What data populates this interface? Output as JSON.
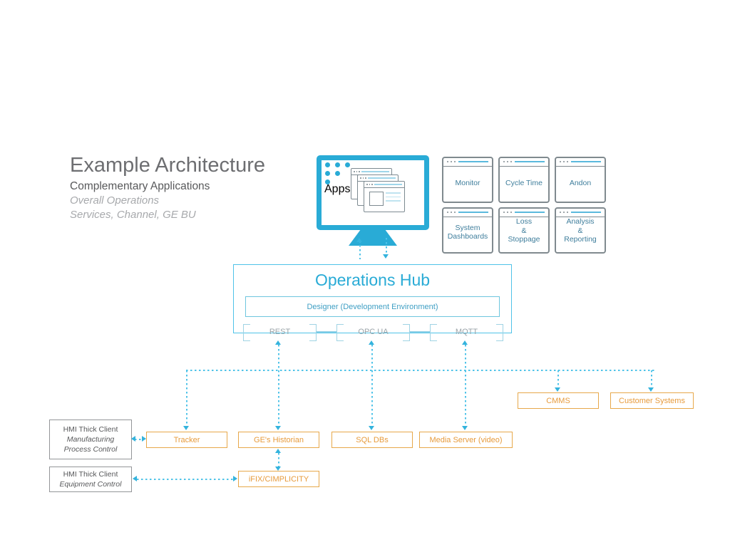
{
  "title": {
    "main": "Example Architecture",
    "sub1": "Complementary Applications",
    "sub2": "Overall Operations",
    "sub3": "Services, Channel, GE BU"
  },
  "apps_monitor": {
    "label": "Apps",
    "icon": "monitor-icon"
  },
  "app_tiles": [
    {
      "label": "Monitor"
    },
    {
      "label": "Cycle Time"
    },
    {
      "label": "Andon"
    },
    {
      "label": "System\nDashboards"
    },
    {
      "label": "Loss\n&\nStoppage"
    },
    {
      "label": "Analysis\n&\nReporting"
    }
  ],
  "ops_hub": {
    "title": "Operations Hub",
    "designer": "Designer (Development Environment)",
    "protocols": [
      "REST",
      "OPC UA",
      "MQTT"
    ]
  },
  "systems": {
    "tracker": "Tracker",
    "historian": "GE's Historian",
    "sql": "SQL DBs",
    "media": "Media Server (video)",
    "cmms": "CMMS",
    "customer": "Customer Systems",
    "ifix": "iFIX/CIMPLICITY"
  },
  "hmi": [
    {
      "line1": "HMI Thick Client",
      "line2": "Manufacturing",
      "line3": "Process Control"
    },
    {
      "line1": "HMI Thick Client",
      "line2": "Equipment Control",
      "line3": ""
    }
  ],
  "colors": {
    "cyan": "#29ABD6",
    "orange": "#E79B3C",
    "gray": "#939598",
    "tile_text": "#3f7e9c"
  }
}
